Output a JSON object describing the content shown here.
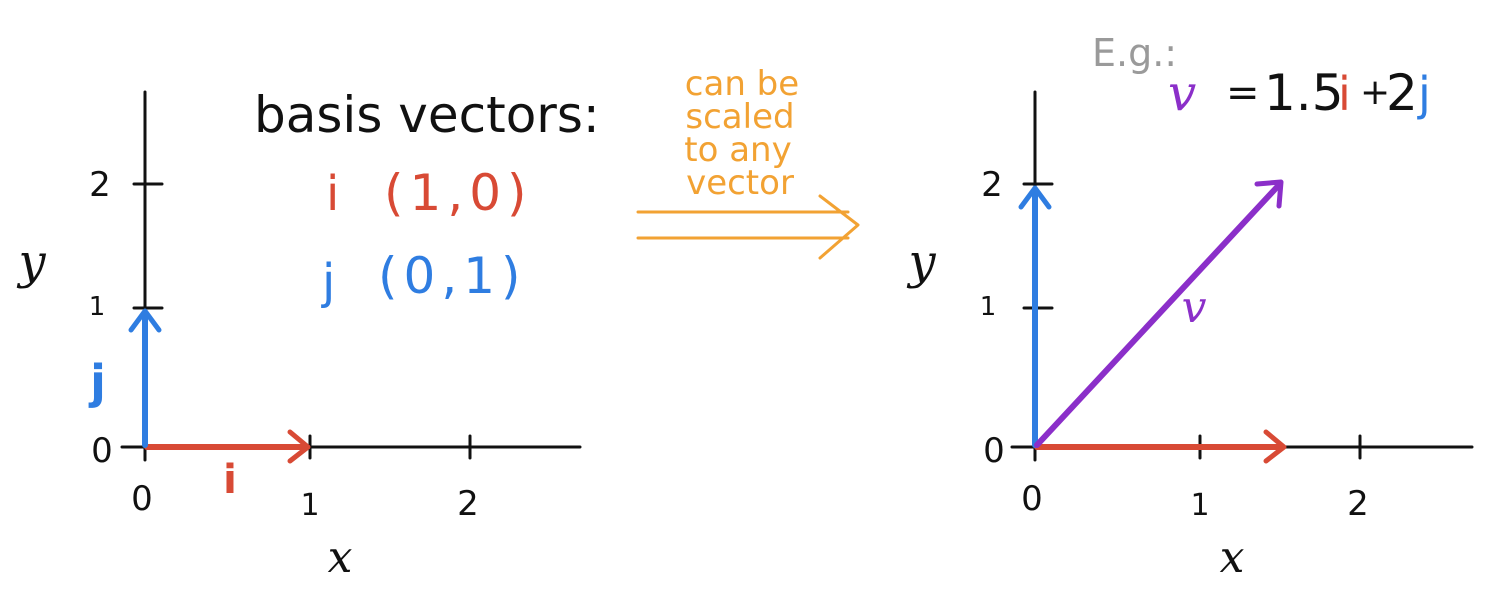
{
  "colors": {
    "axis": "#111111",
    "i_vector": "#d84a35",
    "j_vector": "#2f7de1",
    "v_vector": "#8b2fc9",
    "transition": "#f2a233",
    "example_label": "#9a9a9a"
  },
  "left_panel": {
    "x_axis_label": "x",
    "y_axis_label": "y",
    "x_ticks": [
      "0",
      "1",
      "2"
    ],
    "y_ticks": [
      "0",
      "1",
      "2"
    ],
    "i_label": "i",
    "j_label": "j",
    "vectors": {
      "i": [
        1,
        0
      ],
      "j": [
        0,
        1
      ]
    }
  },
  "basis_text": {
    "heading": "basis vectors:",
    "i_line_name": "i",
    "i_line_coords": "(1,0)",
    "j_line_name": "j",
    "j_line_coords": "(0,1)"
  },
  "transition": {
    "line1": "can be",
    "line2": "scaled",
    "line3": "to any",
    "line4": "vector"
  },
  "example": {
    "prefix": "E.g.:",
    "v_symbol": "v",
    "equals": "=",
    "coef_i": "1.5",
    "i_symbol": "i",
    "plus": "+",
    "coef_j": "2",
    "j_symbol": "j"
  },
  "right_panel": {
    "x_axis_label": "x",
    "y_axis_label": "y",
    "x_ticks": [
      "0",
      "1",
      "2"
    ],
    "y_ticks": [
      "0",
      "1",
      "2"
    ],
    "v_label": "v",
    "vectors": {
      "scaled_i": [
        1.5,
        0
      ],
      "scaled_j": [
        0,
        2
      ],
      "v": [
        1.5,
        2
      ]
    }
  }
}
